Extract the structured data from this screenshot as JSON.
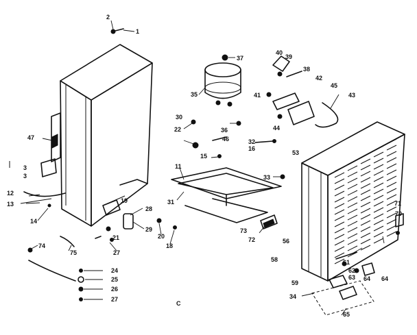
{
  "callouts": [
    {
      "id": "c2",
      "text": "2"
    },
    {
      "id": "c1",
      "text": "1"
    },
    {
      "id": "c47",
      "text": "47"
    },
    {
      "id": "c3a",
      "text": "3"
    },
    {
      "id": "c3b",
      "text": "3"
    },
    {
      "id": "c12",
      "text": "12"
    },
    {
      "id": "c13",
      "text": "13"
    },
    {
      "id": "c14",
      "text": "14"
    },
    {
      "id": "c19",
      "text": "19"
    },
    {
      "id": "c28",
      "text": "28"
    },
    {
      "id": "c29",
      "text": "29"
    },
    {
      "id": "c20",
      "text": "20"
    },
    {
      "id": "c18",
      "text": "18"
    },
    {
      "id": "c21",
      "text": "21"
    },
    {
      "id": "c27a",
      "text": "27"
    },
    {
      "id": "c74",
      "text": "74"
    },
    {
      "id": "c75",
      "text": "75"
    },
    {
      "id": "c24",
      "text": "24"
    },
    {
      "id": "c25",
      "text": "25"
    },
    {
      "id": "c26",
      "text": "26"
    },
    {
      "id": "c27b",
      "text": "27"
    },
    {
      "id": "c37",
      "text": "37"
    },
    {
      "id": "c35",
      "text": "35"
    },
    {
      "id": "c36",
      "text": "36"
    },
    {
      "id": "c30",
      "text": "30"
    },
    {
      "id": "c22",
      "text": "22"
    },
    {
      "id": "c46",
      "text": "46"
    },
    {
      "id": "c15",
      "text": "15"
    },
    {
      "id": "c11",
      "text": "11"
    },
    {
      "id": "c31",
      "text": "31"
    },
    {
      "id": "c33",
      "text": "33"
    },
    {
      "id": "c73",
      "text": "73"
    },
    {
      "id": "c72",
      "text": "72"
    },
    {
      "id": "c40",
      "text": "40"
    },
    {
      "id": "c39",
      "text": "39"
    },
    {
      "id": "c38",
      "text": "38"
    },
    {
      "id": "c41",
      "text": "41"
    },
    {
      "id": "c42",
      "text": "42"
    },
    {
      "id": "c45",
      "text": "45"
    },
    {
      "id": "c43",
      "text": "43"
    },
    {
      "id": "c44",
      "text": "44"
    },
    {
      "id": "c32",
      "text": "32"
    },
    {
      "id": "c16",
      "text": "16"
    },
    {
      "id": "c53",
      "text": "53"
    },
    {
      "id": "c71",
      "text": "71"
    },
    {
      "id": "c70",
      "text": "70"
    },
    {
      "id": "c56",
      "text": "56"
    },
    {
      "id": "c58",
      "text": "58"
    },
    {
      "id": "c61",
      "text": "61"
    },
    {
      "id": "c62",
      "text": "62"
    },
    {
      "id": "c63",
      "text": "63"
    },
    {
      "id": "c64a",
      "text": "64"
    },
    {
      "id": "c64b",
      "text": "64"
    },
    {
      "id": "c59",
      "text": "59"
    },
    {
      "id": "c34",
      "text": "34"
    },
    {
      "id": "c65",
      "text": "65"
    }
  ],
  "drawing_code": "C"
}
